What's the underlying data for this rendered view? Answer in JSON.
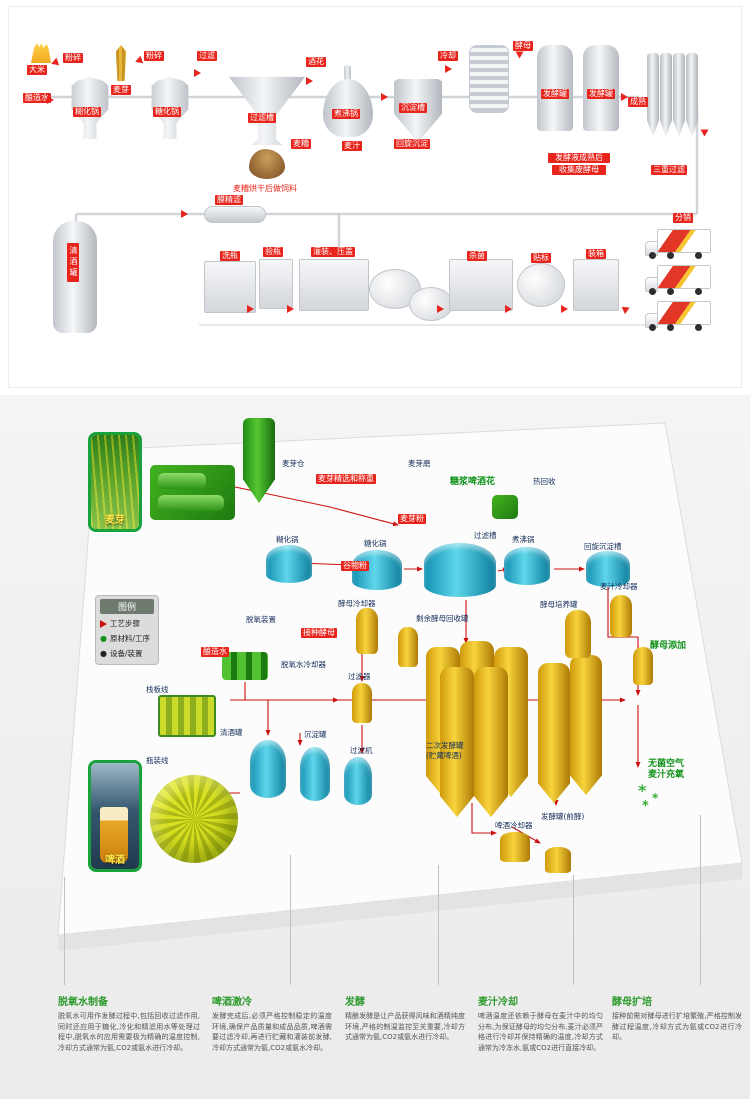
{
  "colors": {
    "label_red": "#e8251c",
    "process_line_red": "#cc1111",
    "material_green": "#12921c",
    "tank_cyan": "#1fa9c9",
    "tank_gold": "#e6b41e"
  },
  "top": {
    "rice": "大米",
    "crush1": "粉碎",
    "brew_water": "酿造水",
    "gelatin_pot": "糊化锅",
    "malt": "麦芽",
    "crush2": "粉碎",
    "mash_pot": "糖化锅",
    "filter": "过滤",
    "lauter_tun": "过滤槽",
    "hops": "酒花",
    "boil_pot": "煮沸锅",
    "wort": "麦汁",
    "spent_grain": "麦糟",
    "settle_tank": "沉淀槽",
    "whirlpool": "回旋沉淀",
    "cool": "冷却",
    "yeast": "酵母",
    "ferment_tank1": "发酵罐",
    "ferment_tank2": "发酵罐",
    "mature": "成熟",
    "triple_filter": "三重过滤",
    "collect_yeast_line1": "发酵液成熟后",
    "collect_yeast_line2": "收集废酵母",
    "feed_note": "麦糟烘干后做饲料",
    "clear_tank": "清酒罐",
    "membrane_filter": "膜精滤",
    "wash_bottle": "洗瓶",
    "check_bottle": "验瓶",
    "fill_cap": "灌装、压盖",
    "sterilize": "杀菌",
    "stick_label": "贴标",
    "pack_box": "装箱",
    "distribute": "分销"
  },
  "iso": {
    "malt_photo": "麦芽",
    "beer_photo": "啤酒",
    "malt_silo": "麦芽仓",
    "malt_select": "麦芽精选和称重",
    "malt_mill": "麦芽磨",
    "malt_flour": "麦芽粉",
    "syrup_hops": "糖浆啤酒花",
    "heat_recovery": "热回收",
    "gelatin_pot": "糊化锅",
    "mash_pot": "糖化锅",
    "lauter_tun": "过滤槽",
    "boil_pot": "煮沸锅",
    "whirlpool_tank": "回旋沉淀槽",
    "grain_flour": "谷物粉",
    "yeast_cooler": "酵母冷却器",
    "surplus_yeast_tank": "剩余酵母回收罐",
    "yeast_culture_tank": "酵母培养罐",
    "wort_cooler": "麦汁冷却器",
    "yeast_add": "酵母添加",
    "inoculate_yeast": "接种酵母",
    "brew_water": "酿造水",
    "deox_device": "脱氧装置",
    "deox_cooler": "脱氧水冷却器",
    "filter_unit": "过滤器",
    "pallet_line": "栈板线",
    "clear_tank": "清酒罐",
    "settle_tank": "沉淀罐",
    "filter_machine": "过滤机",
    "bottling_line": "瓶装线",
    "secondary_ferment_l1": "二次发酵罐",
    "secondary_ferment_l2": "(贮藏啤酒)",
    "primary_ferment": "发酵罐(前酵)",
    "beer_cooler": "啤酒冷却器",
    "sterile_air_l1": "无菌空气",
    "sterile_air_l2": "麦汁充氧",
    "legend": {
      "title": "图例",
      "item1": "工艺步骤",
      "item2": "原材料/工序",
      "item3": "设备/装置"
    }
  },
  "footer": {
    "sections": [
      {
        "title": "脱氧水制备",
        "body": "脱氧水可用作发酵过程中,包括回收过滤作用,同时还应用于糖化,冷化和精滤用水等处理过程中,脱氧水的应用需要极为精确的温度控制,冷却方式通常为氨,CO2或氨水进行冷却。"
      },
      {
        "title": "啤酒激冷",
        "body": "发酵完成后,必须严格控制稳定的温度环境,确保产品质量和成品品质,啤酒需要过滤冷却,再进行贮藏和灌装前发酵,冷却方式通常为氨,CO2或氨水冷却。"
      },
      {
        "title": "发酵",
        "body": "精酿发酵是让产品获得风味和酒精纯度环境,严格的制温监控至关重要,冷却方式通常为氨,CO2或氨水进行冷却。"
      },
      {
        "title": "麦汁冷却",
        "body": "啤酒温度还依赖于酵母在麦汁中的均匀分布,为保证酵母的均匀分布,麦汁必须严格进行冷却并保持精确的温度,冷却方式通常为冷冻水,氨或CO2进行直接冷却。"
      },
      {
        "title": "酵母扩培",
        "body": "接种前需对酵母进行扩培繁殖,严格控制发酵过程温度,冷却方式为氨或CO2进行冷却。"
      }
    ]
  }
}
